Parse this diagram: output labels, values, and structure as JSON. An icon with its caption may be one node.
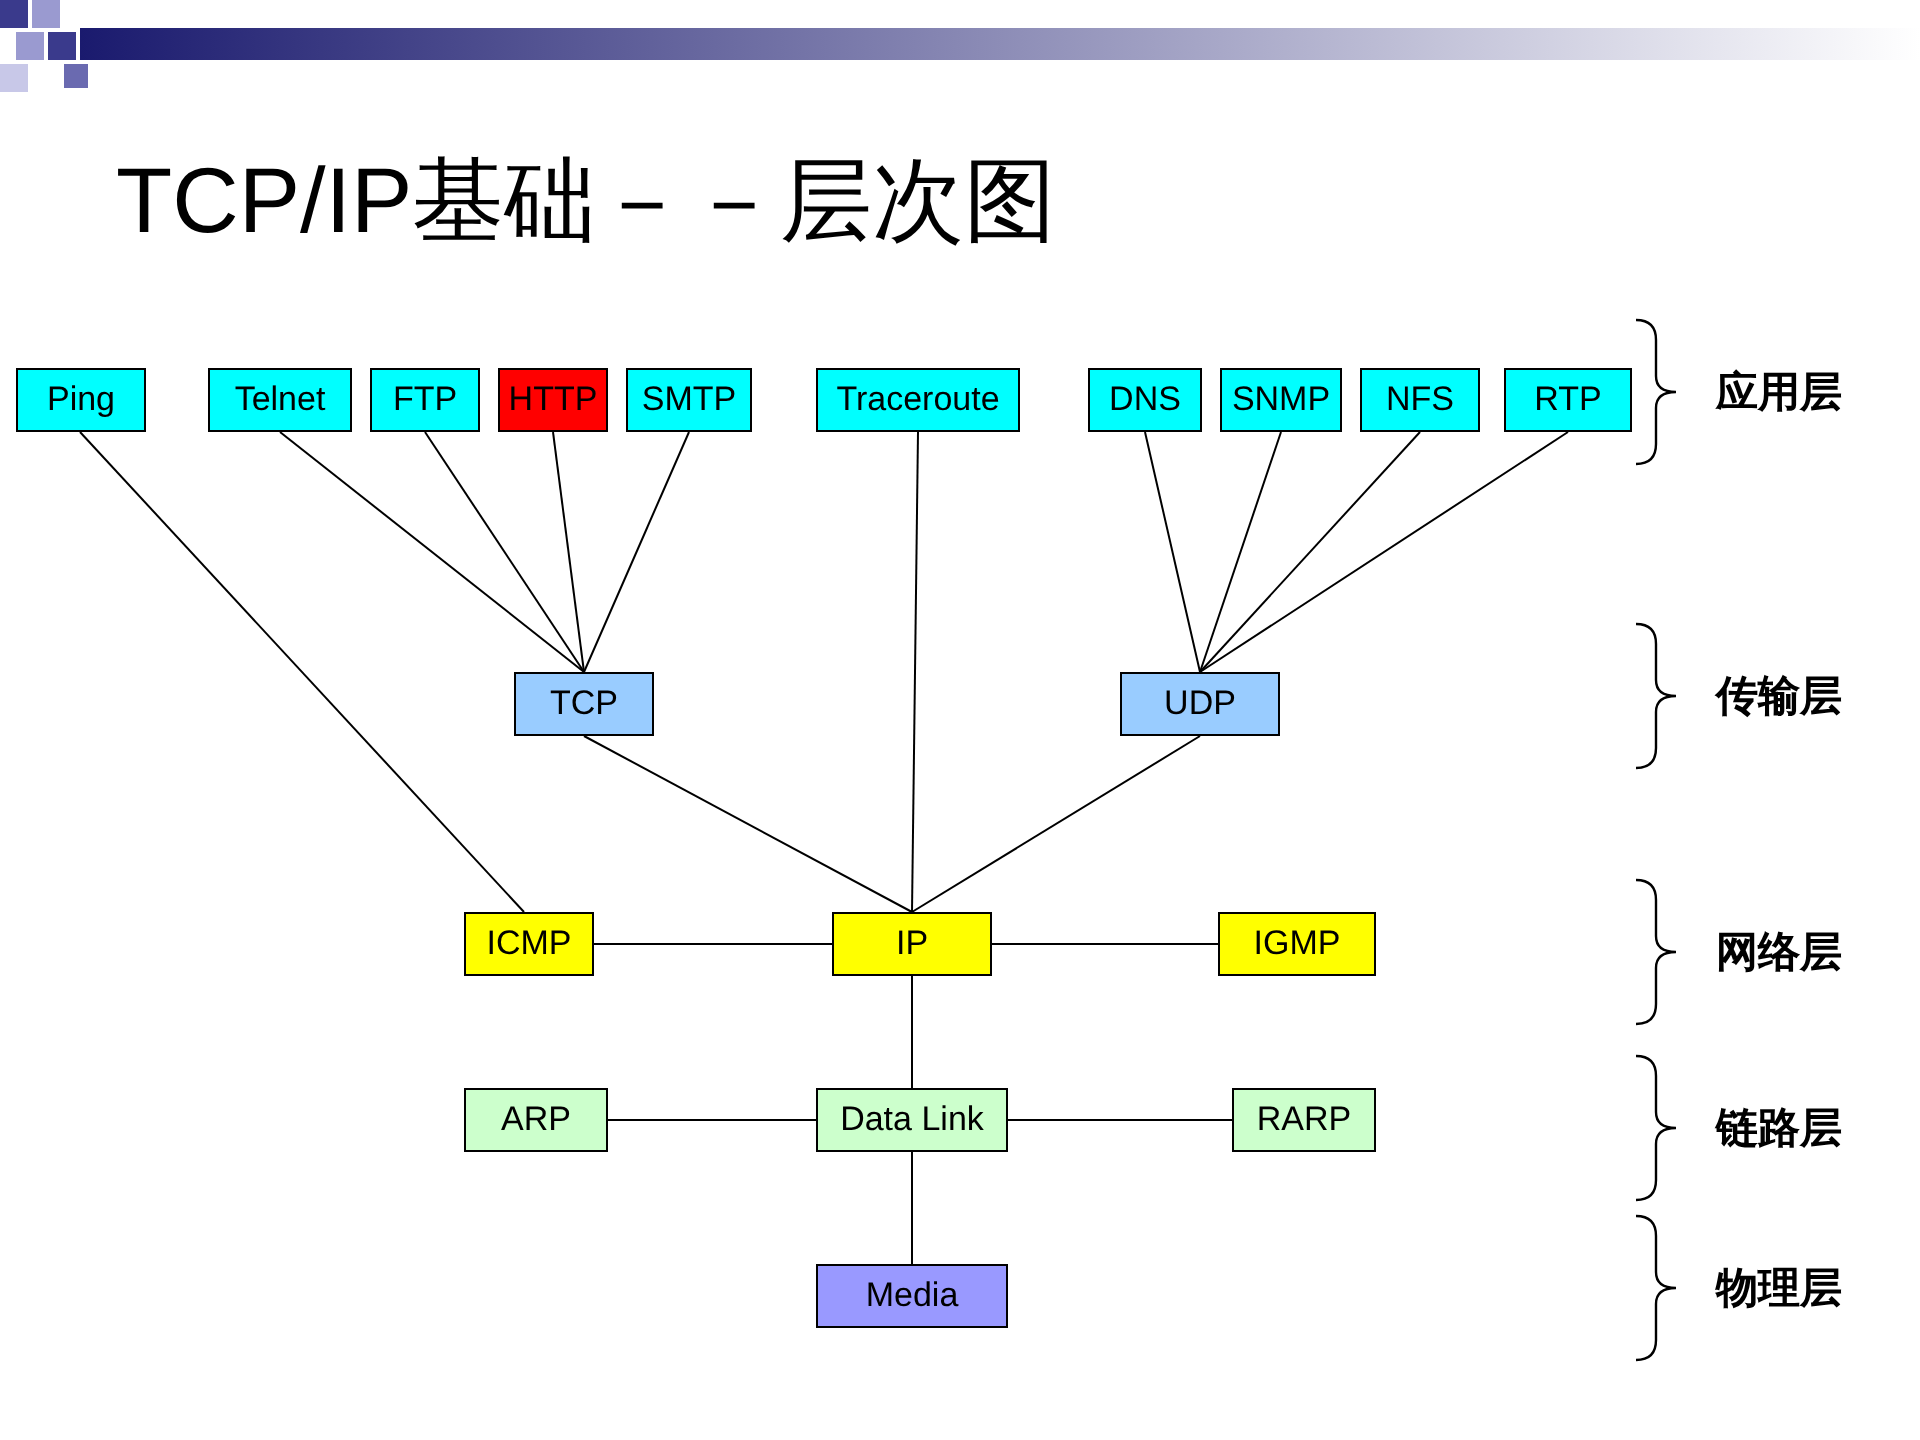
{
  "diagram": {
    "title": "TCP/IP基础－－层次图",
    "nodes": [
      {
        "text": [
          "Ping"
        ]
      },
      {
        "text": [
          "Telnet"
        ]
      },
      {
        "text": [
          "FTP"
        ]
      },
      {
        "text": [
          "HTTP"
        ]
      },
      {
        "text": [
          "SMTP"
        ]
      },
      {
        "text": [
          "Traceroute"
        ]
      },
      {
        "text": [
          "DNS"
        ]
      },
      {
        "text": [
          "SNMP"
        ]
      },
      {
        "text": [
          "NFS"
        ]
      },
      {
        "text": [
          "RTP"
        ]
      },
      {
        "text": [
          "TCP"
        ]
      },
      {
        "text": [
          "UDP"
        ]
      },
      {
        "text": [
          "ICMP"
        ]
      },
      {
        "text": [
          "IP"
        ]
      },
      {
        "text": [
          "IGMP"
        ]
      },
      {
        "text": [
          "ARP"
        ]
      },
      {
        "text": [
          "Data Link"
        ]
      },
      {
        "text": [
          "RARP"
        ]
      },
      {
        "text": [
          "Media"
        ]
      }
    ],
    "edges": [
      {
        "from": 0,
        "to": 12,
        "arrow": "none"
      },
      {
        "from": 1,
        "to": 10,
        "arrow": "none"
      },
      {
        "from": 2,
        "to": 10,
        "arrow": "none"
      },
      {
        "from": 3,
        "to": 10,
        "arrow": "none"
      },
      {
        "from": 4,
        "to": 10,
        "arrow": "none"
      },
      {
        "from": 5,
        "to": 13,
        "arrow": "none"
      },
      {
        "from": 6,
        "to": 11,
        "arrow": "none"
      },
      {
        "from": 7,
        "to": 11,
        "arrow": "none"
      },
      {
        "from": 8,
        "to": 11,
        "arrow": "none"
      },
      {
        "from": 9,
        "to": 11,
        "arrow": "none"
      },
      {
        "from": 10,
        "to": 13,
        "arrow": "none"
      },
      {
        "from": 11,
        "to": 13,
        "arrow": "none"
      },
      {
        "from": 12,
        "to": 13,
        "arrow": "none"
      },
      {
        "from": 13,
        "to": 14,
        "arrow": "none"
      },
      {
        "from": 13,
        "to": 16,
        "arrow": "none"
      },
      {
        "from": 15,
        "to": 16,
        "arrow": "none"
      },
      {
        "from": 16,
        "to": 17,
        "arrow": "none"
      },
      {
        "from": 16,
        "to": 18,
        "arrow": "none"
      }
    ],
    "labels": [
      "应用层",
      "传输层",
      "网络层",
      "链路层",
      "物理层"
    ]
  }
}
